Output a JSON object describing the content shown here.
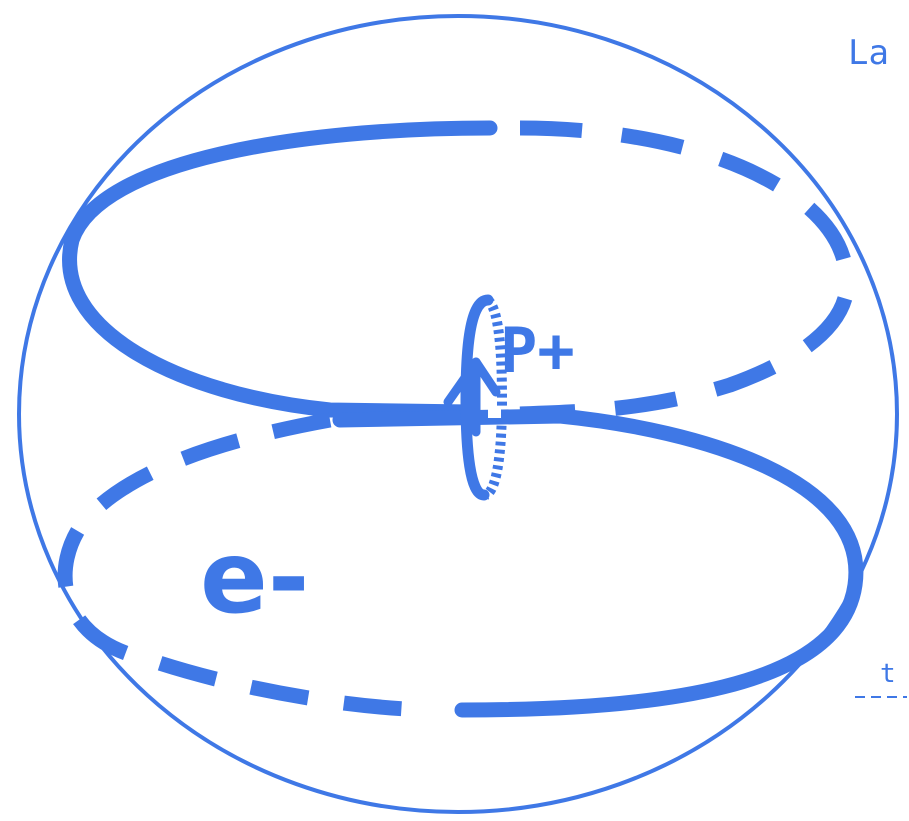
{
  "colors": {
    "ink": "#3f78e6",
    "background": "#ffffff"
  },
  "diagram": {
    "top_right_text": "La",
    "proton_label": "P+",
    "electron_label": "e-",
    "bottom_right_text": "t"
  }
}
